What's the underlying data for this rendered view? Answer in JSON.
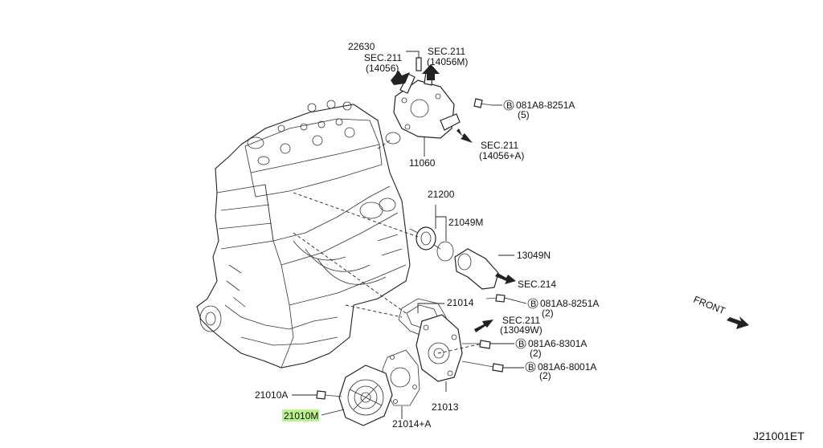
{
  "diagram": {
    "callouts": {
      "p22630": "22630",
      "sec211_a": "SEC.211",
      "sec211_a_ref": "(14056)",
      "sec211_b": "SEC.211",
      "sec211_b_ref": "(14056M)",
      "bolt_8251a_top": "081A8-8251A",
      "bolt_8251a_top_qty": "(5)",
      "sec211_c": "SEC.211",
      "sec211_c_ref": "(14056+A)",
      "p11060": "11060",
      "p21200": "21200",
      "p21049m": "21049M",
      "p13049n": "13049N",
      "sec214": "SEC.214",
      "p21014": "21014",
      "bolt_8251a_mid": "081A8-8251A",
      "bolt_8251a_mid_qty": "(2)",
      "sec211_d": "SEC.211",
      "sec211_d_ref": "(13049W)",
      "bolt_8301a": "081A6-8301A",
      "bolt_8301a_qty": "(2)",
      "bolt_8001a": "081A6-8001A",
      "bolt_8001a_qty": "(2)",
      "p21010a": "21010A",
      "p21010m": "21010M",
      "p21013": "21013",
      "p21014a": "21014+A",
      "front": "FRONT",
      "bolt_marker": "B",
      "diagram_code": "J21001ET"
    },
    "highlight_color": "#b9f28a"
  }
}
